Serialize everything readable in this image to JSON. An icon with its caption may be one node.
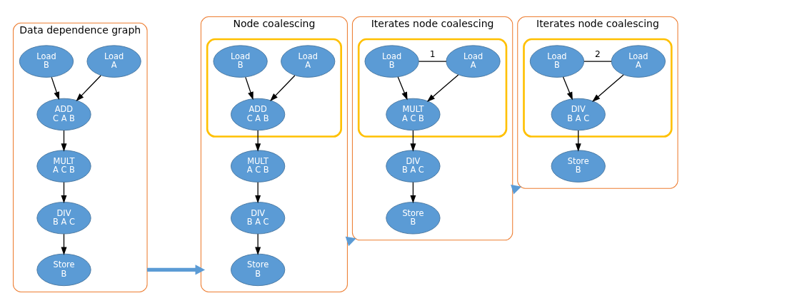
{
  "diagram": {
    "nodes": [
      {
        "text": [
          "Data dependence graph"
        ]
      },
      {
        "text": [
          "Load",
          "A"
        ],
        "in": 0
      },
      {
        "text": [
          "Load",
          "B"
        ],
        "in": 0
      },
      {
        "text": [
          "ADD",
          "C A B"
        ],
        "in": 0
      },
      {
        "text": [
          "MULT",
          "A C B"
        ],
        "in": 0
      },
      {
        "text": [
          "DIV",
          "B A C"
        ],
        "in": 0
      },
      {
        "text": [
          "Store",
          "B"
        ],
        "in": 0
      },
      {
        "text": [
          "Node coalescing"
        ]
      },
      {
        "text": [],
        "shape": "ellipse",
        "in": 7
      },
      {
        "text": [
          "Load",
          "A"
        ],
        "in": 8
      },
      {
        "text": [
          "Load",
          "B"
        ],
        "in": 8
      },
      {
        "text": [
          "ADD",
          "C A B"
        ],
        "in": 8
      },
      {
        "text": [
          "MULT",
          "A C B"
        ],
        "in": 7
      },
      {
        "text": [
          "DIV",
          "B A C"
        ],
        "in": 7
      },
      {
        "text": [
          "Store",
          "B"
        ],
        "in": 7
      },
      {
        "text": [
          "Iterates node coalescing"
        ]
      },
      {
        "text": [],
        "shape": "ellipse",
        "in": 15
      },
      {
        "text": [
          "Load",
          "A"
        ],
        "in": 16
      },
      {
        "text": [
          "Load",
          "B"
        ],
        "in": 16
      },
      {
        "text": [
          "MULT",
          "A C B"
        ],
        "in": 16
      },
      {
        "text": [
          "DIV",
          "B A C"
        ],
        "in": 15
      },
      {
        "text": [
          "Store",
          "B"
        ],
        "in": 15
      },
      {
        "text": [
          "Iterates node coalescing"
        ]
      },
      {
        "text": [],
        "shape": "ellipse",
        "in": 22
      },
      {
        "text": [
          "Load",
          "A"
        ],
        "in": 23
      },
      {
        "text": [
          "Load",
          "B"
        ],
        "in": 23
      },
      {
        "text": [
          "DIV",
          "B A C"
        ],
        "in": 23
      },
      {
        "text": [
          "Store",
          "B"
        ],
        "in": 22
      }
    ],
    "edges": [
      {
        "from": 1,
        "to": 3,
        "arrow": "to"
      },
      {
        "from": 2,
        "to": 3,
        "arrow": "to"
      },
      {
        "from": 3,
        "to": 4,
        "arrow": "to"
      },
      {
        "from": 4,
        "to": 5,
        "arrow": "to"
      },
      {
        "from": 5,
        "to": 6,
        "arrow": "to"
      },
      {
        "from": 0,
        "to": 7,
        "arrow": "to",
        "style": "thick",
        "color": "#5b9bd5"
      },
      {
        "from": 9,
        "to": 11,
        "arrow": "to"
      },
      {
        "from": 10,
        "to": 11,
        "arrow": "to"
      },
      {
        "from": 11,
        "to": 12,
        "arrow": "to"
      },
      {
        "from": 12,
        "to": 13,
        "arrow": "to"
      },
      {
        "from": 13,
        "to": 14,
        "arrow": "to"
      },
      {
        "from": 7,
        "to": 15,
        "arrow": "to",
        "style": "thick",
        "color": "#5b9bd5"
      },
      {
        "from": 17,
        "to": 18,
        "arrow": "none",
        "label": "1"
      },
      {
        "from": 17,
        "to": 19,
        "arrow": "to"
      },
      {
        "from": 18,
        "to": 19,
        "arrow": "to"
      },
      {
        "from": 19,
        "to": 20,
        "arrow": "to"
      },
      {
        "from": 20,
        "to": 21,
        "arrow": "to"
      },
      {
        "from": 15,
        "to": 22,
        "arrow": "to",
        "style": "thick",
        "color": "#5b9bd5"
      },
      {
        "from": 24,
        "to": 25,
        "arrow": "none",
        "label": "2"
      },
      {
        "from": 24,
        "to": 26,
        "arrow": "to"
      },
      {
        "from": 25,
        "to": 26,
        "arrow": "to"
      },
      {
        "from": 26,
        "to": 27,
        "arrow": "to"
      }
    ]
  }
}
